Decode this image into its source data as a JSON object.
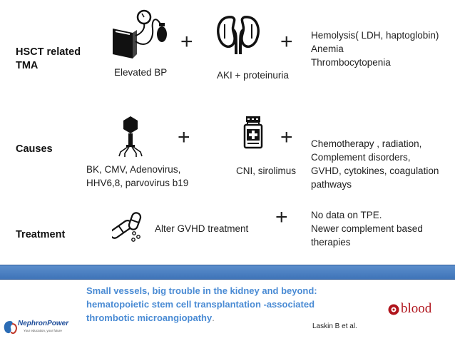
{
  "rows": {
    "hsct": {
      "label_line1": "HSCT related",
      "label_line2": "TMA",
      "item1": "Elevated BP",
      "item2": "AKI + proteinuria",
      "item3_lines": [
        "Hemolysis( LDH, haptoglobin)",
        "Anemia",
        "Thrombocytopenia"
      ]
    },
    "causes": {
      "label": "Causes",
      "item1_lines": [
        "BK, CMV, Adenovirus,",
        "HHV6,8, parvovirus b19"
      ],
      "item2": "CNI, sirolimus",
      "item3_lines": [
        "Chemotherapy , radiation,",
        "Complement disorders,",
        "GVHD, cytokines, coagulation",
        "pathways"
      ]
    },
    "treatment": {
      "label": "Treatment",
      "item1": "Alter GVHD treatment",
      "item3_lines": [
        "No data on TPE.",
        "Newer complement based",
        "therapies"
      ]
    }
  },
  "plus_symbol": "+",
  "footer": {
    "title_lines": [
      "Small vessels, big trouble in the kidney and beyond:",
      "hematopoietic stem cell transplantation -associated",
      "thrombotic microangiopathy"
    ],
    "title_period": ".",
    "citation": "Laskin B et al.",
    "logo_left_text": "NephronPower",
    "logo_left_tagline": "Your education, your future",
    "logo_right_text": "blood"
  },
  "icons": {
    "bp": "blood-pressure-cuff-icon",
    "kidney": "kidneys-icon",
    "virus": "bacteriophage-icon",
    "vial": "medicine-bottle-icon",
    "pills": "pills-icon"
  },
  "colors": {
    "band": "#4a7fc1",
    "footer_title": "#4a8bd4",
    "blood_logo": "#b0141c"
  }
}
